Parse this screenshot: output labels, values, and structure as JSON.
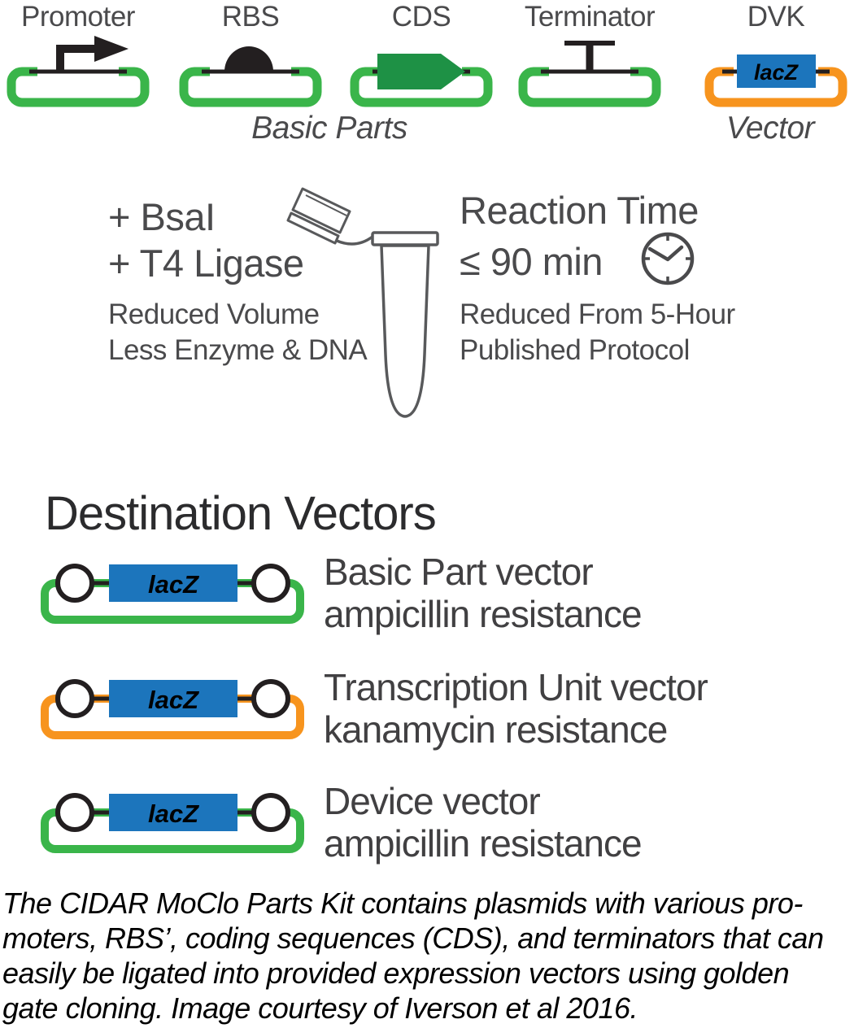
{
  "parts_row": {
    "items": [
      {
        "label": "Promoter"
      },
      {
        "label": "RBS"
      },
      {
        "label": "CDS"
      },
      {
        "label": "Terminator"
      },
      {
        "label": "DVK",
        "insert_label": "lacZ"
      }
    ],
    "group_caption_left": "Basic Parts",
    "group_caption_right": "Vector"
  },
  "reaction": {
    "reagent_line_1": "+ BsaI",
    "reagent_line_2": "+ T4 Ligase",
    "reagent_note_1": "Reduced Volume",
    "reagent_note_2": "Less Enzyme & DNA",
    "time_title": "Reaction Time",
    "time_value": "≤ 90 min",
    "time_note_1": "Reduced From 5-Hour",
    "time_note_2": "Published Protocol"
  },
  "destination_vectors": {
    "title": "Destination Vectors",
    "rows": [
      {
        "insert": "lacZ",
        "backbone_color": "#3AB54A",
        "name": "Basic Part vector",
        "resistance": "ampicillin resistance"
      },
      {
        "insert": "lacZ",
        "backbone_color": "#F7941E",
        "name": "Transcription Unit vector",
        "resistance": "kanamycin resistance"
      },
      {
        "insert": "lacZ",
        "backbone_color": "#3AB54A",
        "name": "Device vector",
        "resistance": "ampicillin resistance"
      }
    ]
  },
  "caption": {
    "lines": [
      "The CIDAR MoClo Parts Kit contains plasmids with various pro-",
      "moters, RBS’, coding sequences (CDS), and terminators that can",
      "easily be ligated into provided expression vectors using golden",
      "gate cloning. Image courtesy of Iverson et al 2016."
    ]
  },
  "colors": {
    "part_backbone_green": "#3AB54A",
    "vector_backbone_orange": "#F7941E",
    "cds_green": "#1E9145",
    "insert_blue": "#1C75BC",
    "glyph_ink": "#231F20",
    "diagram_text_gray": "#4A4A4C"
  }
}
